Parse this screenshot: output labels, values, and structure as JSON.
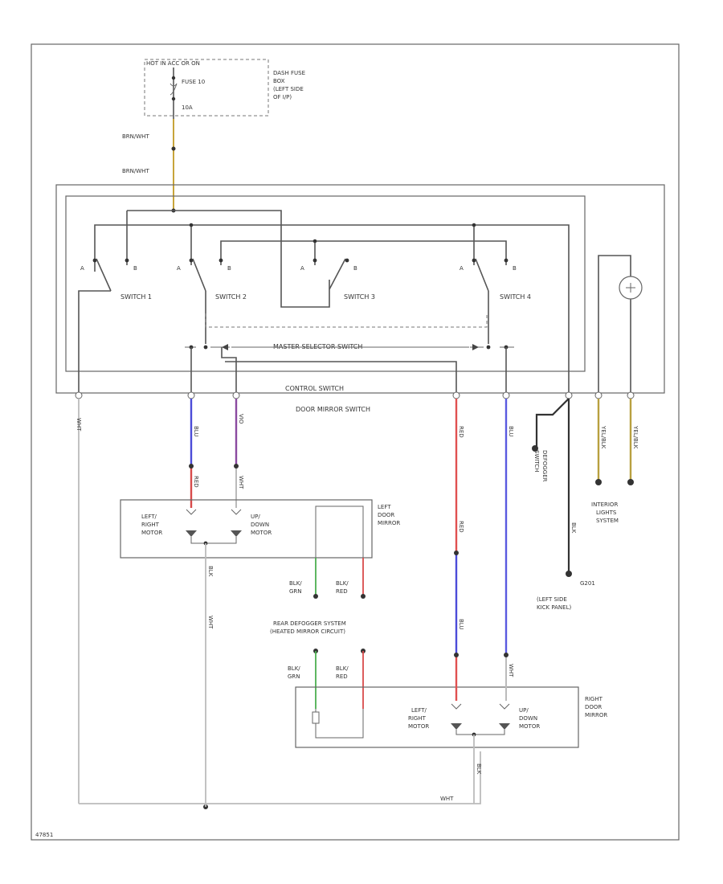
{
  "fuse_box": {
    "hot_label": "HOT IN ACC OR ON",
    "fuse": "FUSE 10",
    "amps": "10A",
    "location": [
      "DASH FUSE",
      "BOX",
      "(LEFT SIDE",
      "OF I/P)"
    ]
  },
  "wires": {
    "feed1": "BRN/WHT",
    "feed2": "BRN/WHT",
    "gnd_left_vertical": "WHT",
    "blu": "BLU",
    "red": "RED",
    "violet": "VIO",
    "wht": "WHT",
    "left_motor_red": "RED",
    "left_motor_wht": "WHT",
    "left_motor_gnd": "BLK",
    "left_motor_gnd_wht": "WHT",
    "right_red": "RED",
    "right_red2": "RED",
    "right_blu": "BLU",
    "right_blu2": "BLU",
    "right_wht": "WHT",
    "right_motor_gnd": "BLK",
    "defogger_wire": "BLK",
    "g2_wire": "BLK",
    "interior_wire1": "YEL/BLK",
    "interior_wire2": "YEL/BLK",
    "bottom_wht": "WHT"
  },
  "switches": {
    "switch1": "SWITCH 1",
    "switch2": "SWITCH 2",
    "switch3": "SWITCH 3",
    "switch4": "SWITCH 4",
    "pos_a": "A",
    "pos_b": "B",
    "master": "MASTER SELECTOR SWITCH",
    "control": "CONTROL SWITCH",
    "door_mirror": "DOOR MIRROR SWITCH"
  },
  "left_mirror": {
    "lr_motor": [
      "LEFT/",
      "RIGHT",
      "MOTOR"
    ],
    "ud_motor": [
      "UP/",
      "DOWN",
      "MOTOR"
    ],
    "title": [
      "LEFT",
      "DOOR",
      "MIRROR"
    ]
  },
  "right_mirror": {
    "lr_motor": [
      "LEFT/",
      "RIGHT",
      "MOTOR"
    ],
    "ud_motor": [
      "UP/",
      "DOWN",
      "MOTOR"
    ],
    "title": [
      "RIGHT",
      "DOOR",
      "MIRROR"
    ]
  },
  "defogger": {
    "conn1": [
      "BLK/",
      "GRN"
    ],
    "conn2": [
      "BLK/",
      "RED"
    ],
    "title": [
      "REAR DEFOGGER SYSTEM",
      "(HEATED MIRROR CIRCUIT)"
    ],
    "conn3": [
      "BLK/",
      "GRN"
    ],
    "conn4": [
      "BLK/",
      "RED"
    ],
    "switch_label": [
      "DEFOGGER",
      "SWITCH"
    ]
  },
  "ground": {
    "name": "G201",
    "location": [
      "(LEFT SIDE",
      "KICK PANEL)"
    ]
  },
  "interior": [
    "INTERIOR",
    "LIGHTS",
    "SYSTEM"
  ],
  "ref_code": "47851"
}
